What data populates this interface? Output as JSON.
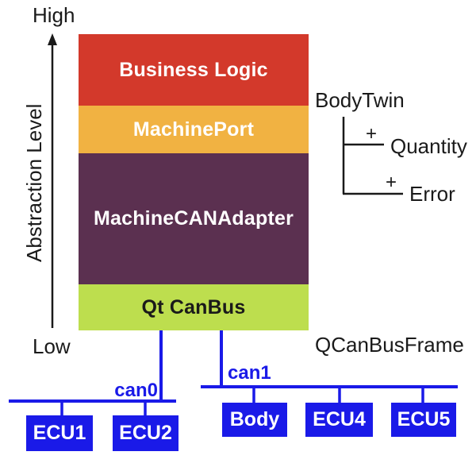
{
  "diagram": {
    "axis": {
      "high_label": "High",
      "low_label": "Low",
      "axis_label": "Abstraction Level"
    },
    "stack": {
      "layers": [
        {
          "label": "Business Logic",
          "color": "#D3392B",
          "text_color": "#FFFFFF"
        },
        {
          "label": "MachinePort",
          "color": "#F1B242",
          "text_color": "#FFFFFF"
        },
        {
          "label": "MachineCANAdapter",
          "color": "#5B3050",
          "text_color": "#FFFFFF"
        },
        {
          "label": "Qt CanBus",
          "color": "#BDDE4E",
          "text_color": "#1A1A1A"
        }
      ]
    },
    "body_twin": {
      "title": "BodyTwin",
      "children": [
        {
          "prefix": "+",
          "label": "Quantity"
        },
        {
          "prefix": "+",
          "label": "Error"
        }
      ]
    },
    "frame_label": "QCanBusFrame",
    "buses": [
      {
        "name": "can0",
        "nodes": [
          {
            "label": "ECU1"
          },
          {
            "label": "ECU2"
          }
        ]
      },
      {
        "name": "can1",
        "nodes": [
          {
            "label": "Body"
          },
          {
            "label": "ECU4"
          },
          {
            "label": "ECU5"
          }
        ]
      }
    ],
    "colors": {
      "bus_blue": "#1A1AE8",
      "line_black": "#1A1A1A"
    }
  }
}
